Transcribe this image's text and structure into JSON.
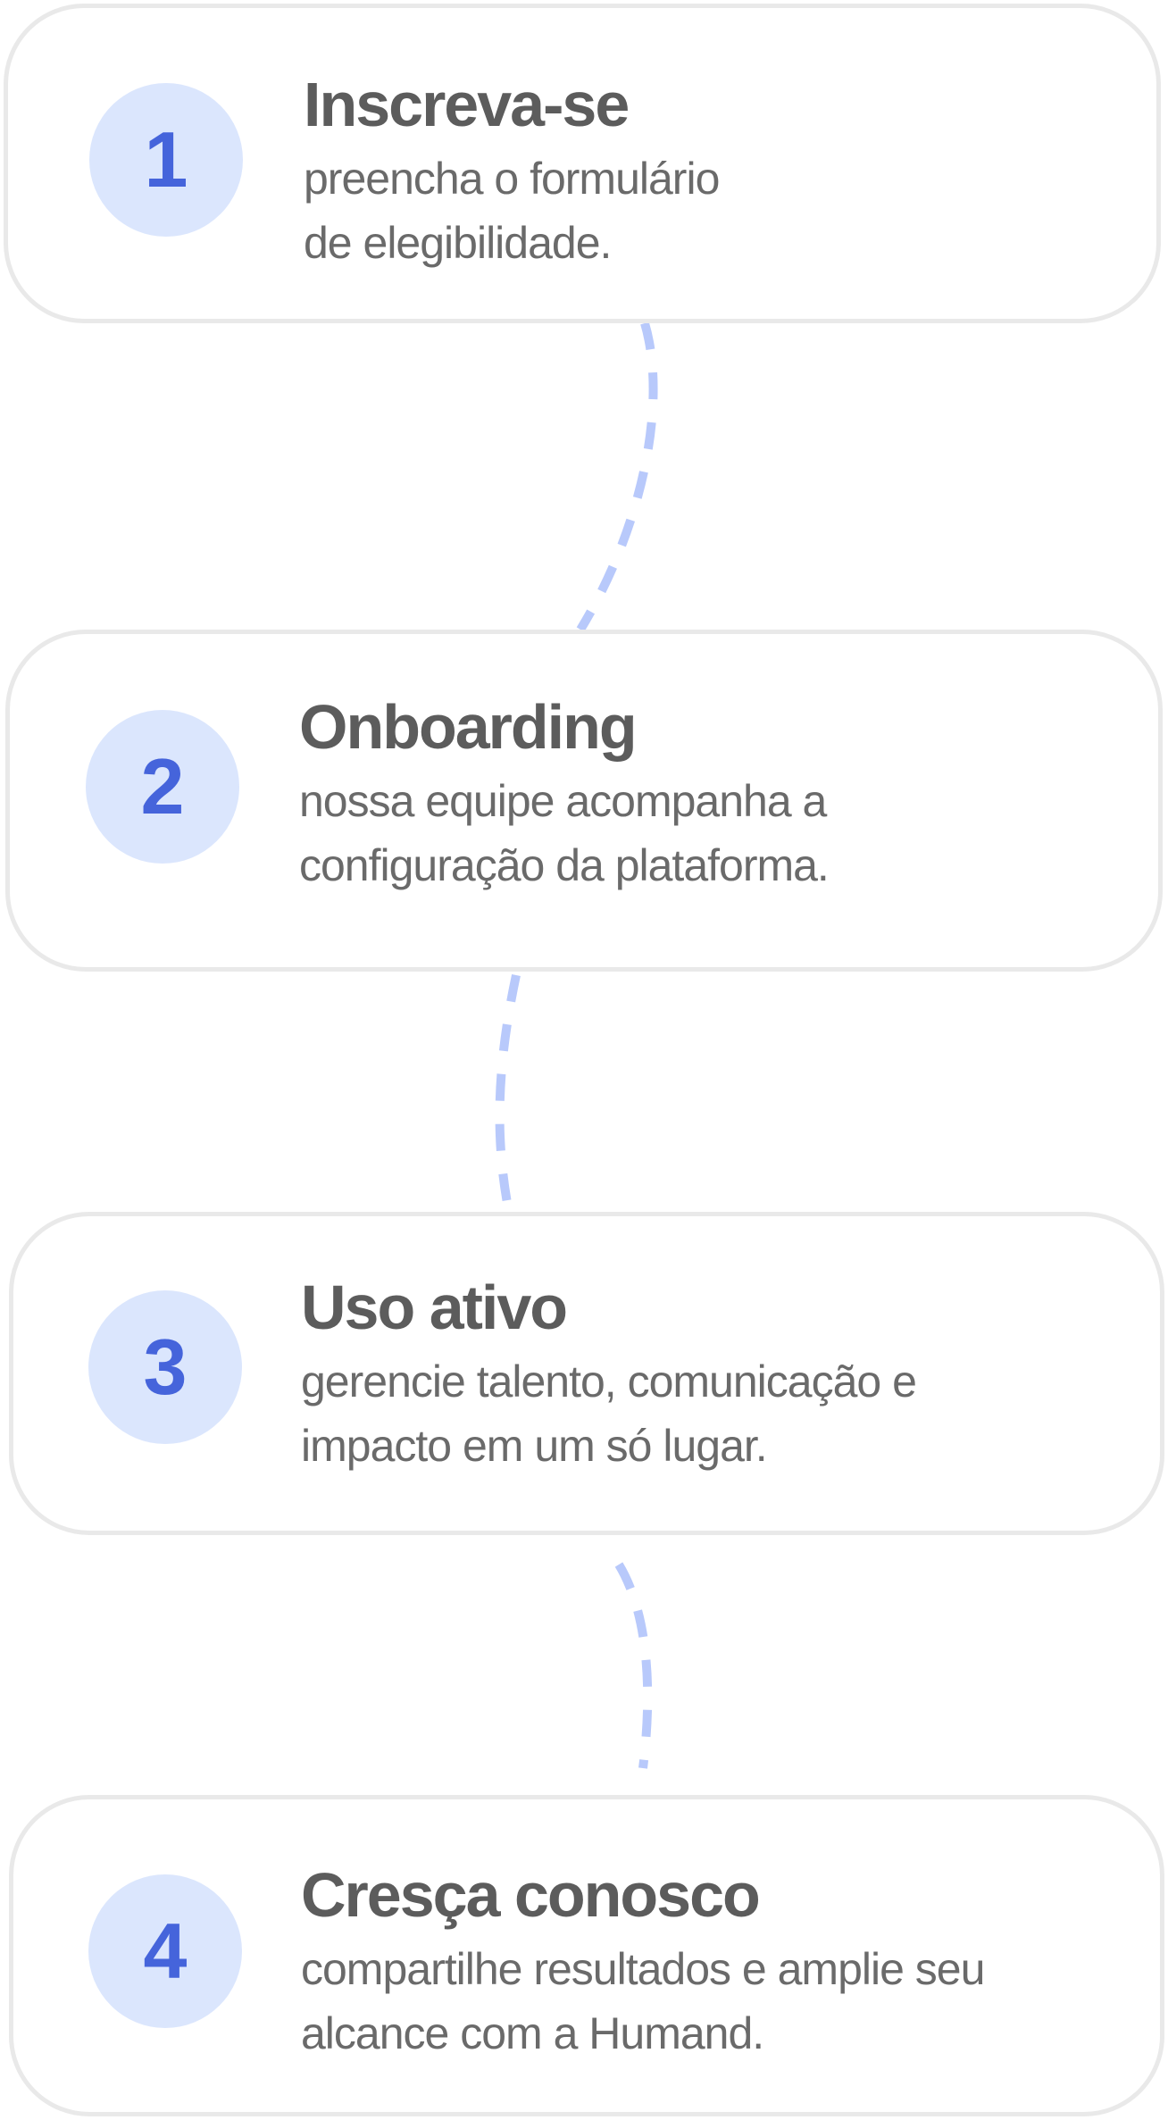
{
  "steps": [
    {
      "number": "1",
      "title": "Inscreva-se",
      "description": "preencha o formulário\nde elegibilidade."
    },
    {
      "number": "2",
      "title": "Onboarding",
      "description": "nossa equipe acompanha a\nconfiguração da plataforma."
    },
    {
      "number": "3",
      "title": "Uso ativo",
      "description": "gerencie talento, comunicação e\nimpacto em um só lugar."
    },
    {
      "number": "4",
      "title": "Cresça conosco",
      "description": "compartilhe resultados e amplie seu\nalcance com a Humand."
    }
  ],
  "colors": {
    "badge_bg": "#dbe6fd",
    "badge_number": "#4564db",
    "connector": "#b8c9fb",
    "card_border": "#e9e9e9",
    "title": "#5c5c5c",
    "description": "#6a6a6a"
  }
}
